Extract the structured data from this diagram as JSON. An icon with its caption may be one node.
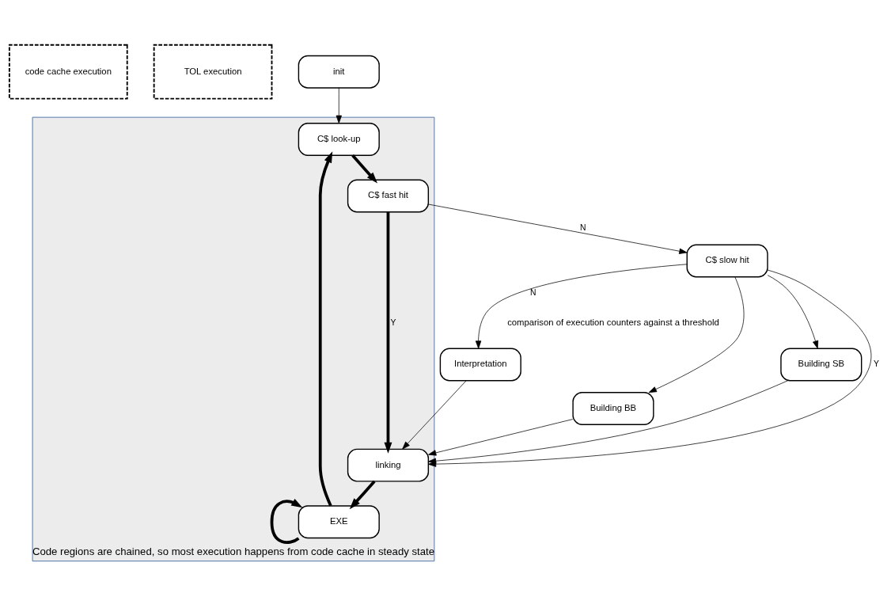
{
  "diagram": {
    "nodes": [
      {
        "text": [
          "code cache execution"
        ]
      },
      {
        "text": [
          "TOL execution"
        ]
      },
      {
        "text": [
          "Code regions are chained, so most execution happens from code cache in steady state"
        ]
      },
      {
        "text": [
          "init"
        ]
      },
      {
        "text": [
          "EXE"
        ],
        "in": 2
      },
      {
        "text": [
          "C$ look-up"
        ],
        "in": 2
      },
      {
        "text": [
          "C$ fast hit"
        ],
        "in": 2
      },
      {
        "text": [
          "C$ slow hit"
        ]
      },
      {
        "text": [
          "Interpretation"
        ]
      },
      {
        "text": [
          "Building BB"
        ]
      },
      {
        "text": [
          "Building SB"
        ]
      },
      {
        "text": [
          "linking"
        ],
        "in": 2
      }
    ],
    "edges": [
      {
        "from": 3,
        "to": 5,
        "arrow": "to"
      },
      {
        "from": 4,
        "to": 5,
        "arrow": "to",
        "style": "thick"
      },
      {
        "from": 5,
        "to": 6,
        "arrow": "to",
        "style": "thick"
      },
      {
        "from": 6,
        "to": 7,
        "arrow": "to",
        "label": "N"
      },
      {
        "from": 6,
        "to": 11,
        "arrow": "to",
        "label": "Y",
        "style": "thick"
      },
      {
        "from": 7,
        "to": 8,
        "arrow": "to",
        "label": "N"
      },
      {
        "from": 7,
        "to": 9,
        "arrow": "to"
      },
      {
        "from": 7,
        "to": 10,
        "arrow": "to"
      },
      {
        "from": 7,
        "to": 11,
        "arrow": "to",
        "label": "Y"
      },
      {
        "from": 8,
        "to": 11,
        "arrow": "to"
      },
      {
        "from": 9,
        "to": 11,
        "arrow": "to"
      },
      {
        "from": 10,
        "to": 11,
        "arrow": "to"
      },
      {
        "from": 11,
        "to": 4,
        "arrow": "to",
        "style": "thick"
      },
      {
        "from": 4,
        "to": 4,
        "arrow": "to",
        "style": "thick"
      }
    ],
    "labels": [
      "comparison of execution counters against a threshold"
    ]
  }
}
